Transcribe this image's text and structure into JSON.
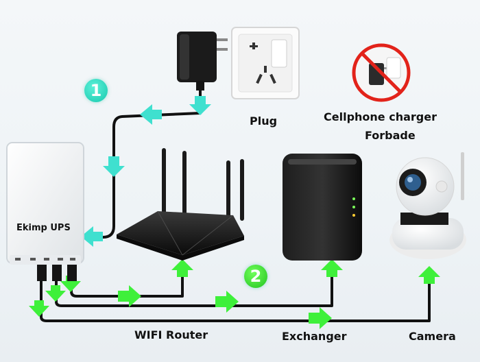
{
  "labels": {
    "plug": "Plug",
    "warning_line1": "Cellphone charger",
    "warning_line2": "Forbade",
    "ups": "Ekimp UPS",
    "router": "WIFI Router",
    "exchanger": "Exchanger",
    "camera": "Camera"
  },
  "steps": {
    "first": "1",
    "second": "2"
  },
  "colors": {
    "arrow_cyan": "#3fe0cf",
    "arrow_green": "#3ef03a",
    "cable": "#111111",
    "forbid_red": "#e2231a"
  }
}
